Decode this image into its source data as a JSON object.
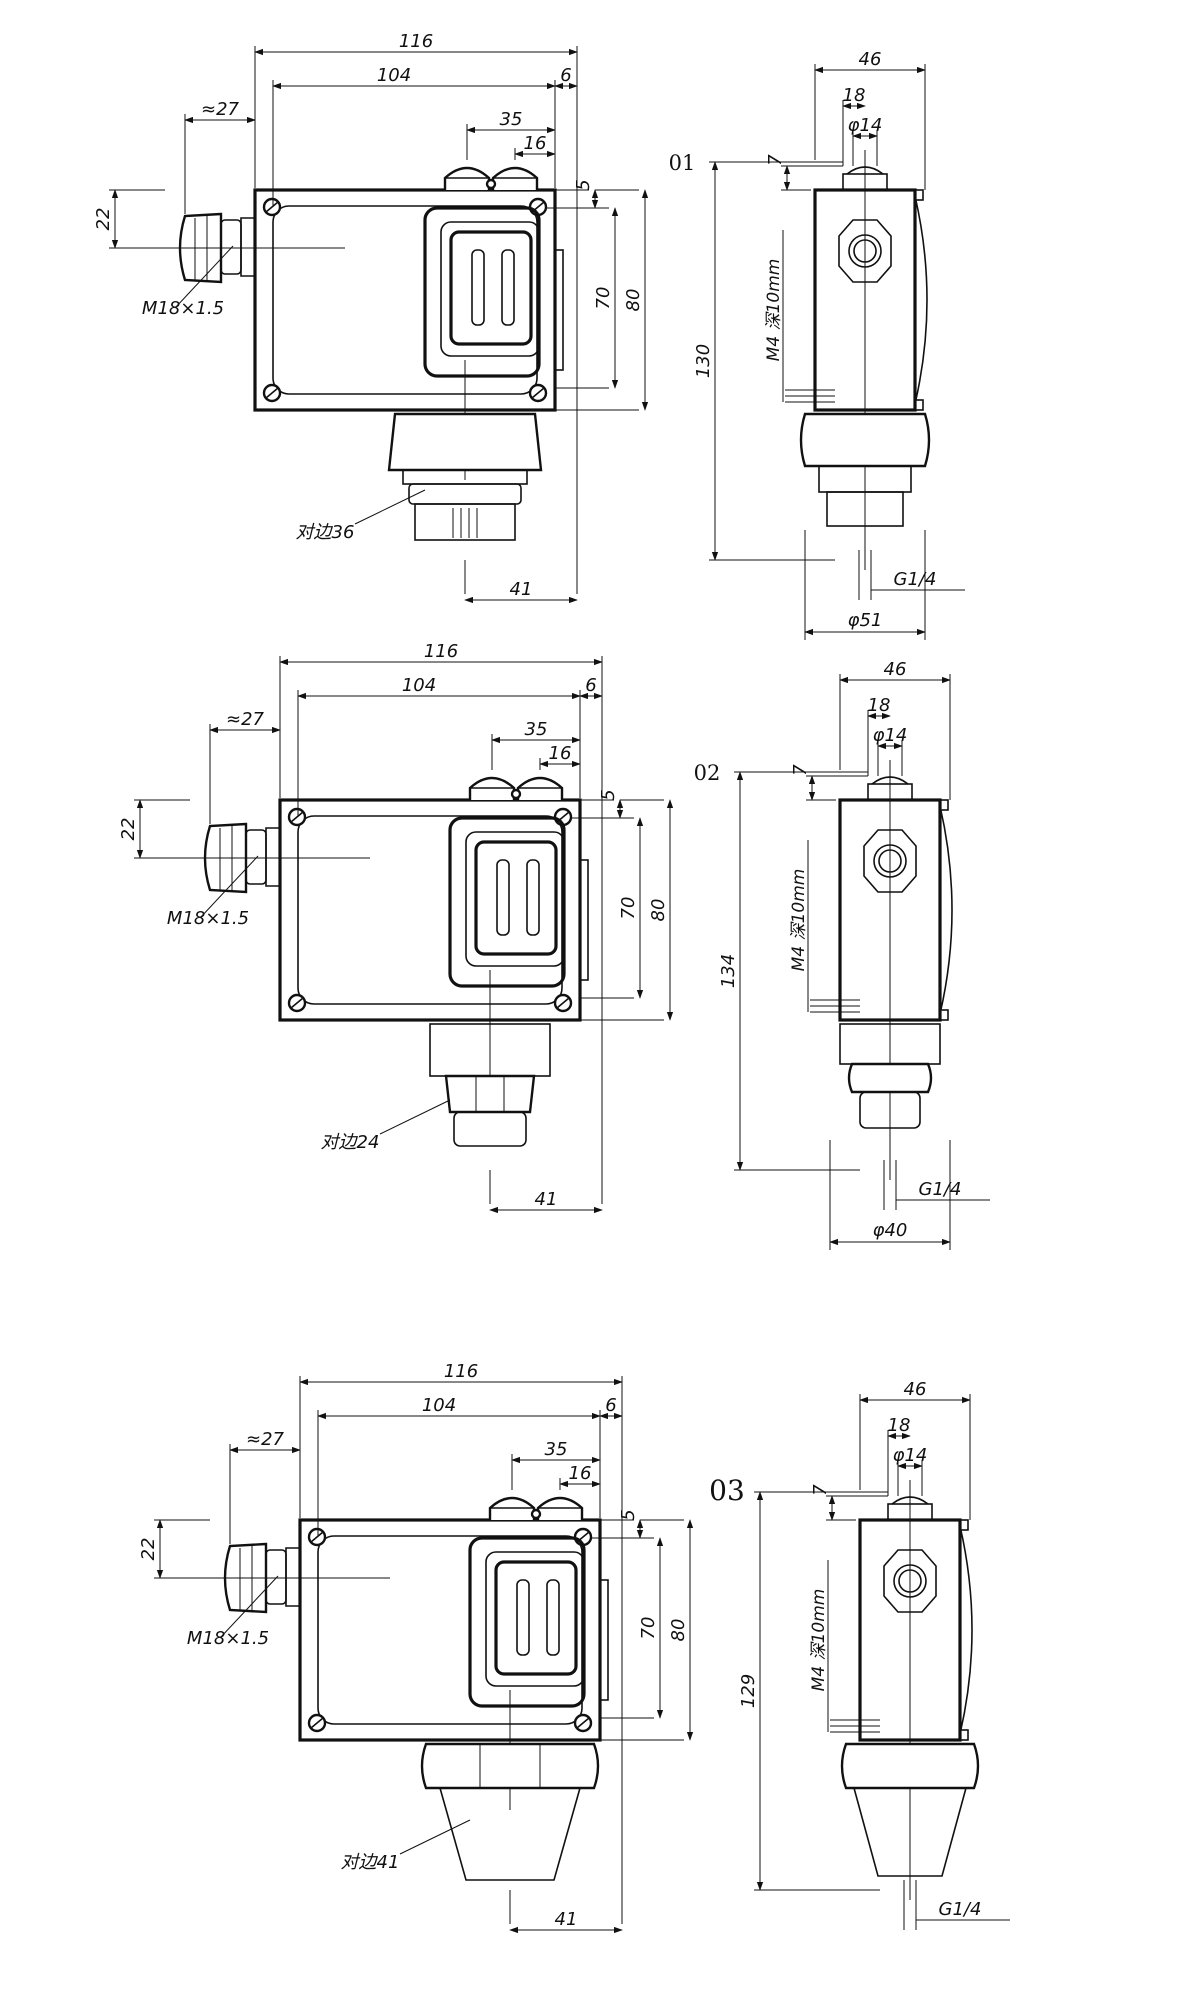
{
  "drawings": [
    {
      "title": "01",
      "front": {
        "overall_width": "116",
        "body_width": "104",
        "offset_right": "6",
        "gland_offset": "≈27",
        "gland_height": "22",
        "thread": "M18×1.5",
        "cover_width": "35",
        "button_offset": "16",
        "top_offset": "5",
        "inner_height": "70",
        "outer_height": "80",
        "center_distance": "41",
        "nut_label": "对边36"
      },
      "side": {
        "depth": "46",
        "button_pos": "18",
        "button_dia": "φ14",
        "button_height": "7",
        "total_height": "130",
        "mount_hole": "M4 深10mm",
        "port": "G1/4",
        "base_dia": "φ51"
      }
    },
    {
      "title": "02",
      "front": {
        "overall_width": "116",
        "body_width": "104",
        "offset_right": "6",
        "gland_offset": "≈27",
        "gland_height": "22",
        "thread": "M18×1.5",
        "cover_width": "35",
        "button_offset": "16",
        "top_offset": "5",
        "inner_height": "70",
        "outer_height": "80",
        "center_distance": "41",
        "nut_label": "对边24"
      },
      "side": {
        "depth": "46",
        "button_pos": "18",
        "button_dia": "φ14",
        "button_height": "7",
        "total_height": "134",
        "mount_hole": "M4 深10mm",
        "port": "G1/4",
        "base_dia": "φ40"
      }
    },
    {
      "title": "03",
      "front": {
        "overall_width": "116",
        "body_width": "104",
        "offset_right": "6",
        "gland_offset": "≈27",
        "gland_height": "22",
        "thread": "M18×1.5",
        "cover_width": "35",
        "button_offset": "16",
        "top_offset": "5",
        "inner_height": "70",
        "outer_height": "80",
        "center_distance": "41",
        "nut_label": "对边41"
      },
      "side": {
        "depth": "46",
        "button_pos": "18",
        "button_dia": "φ14",
        "button_height": "7",
        "total_height": "129",
        "mount_hole": "M4 深10mm",
        "port": "G1/4",
        "base_dia": ""
      }
    }
  ]
}
